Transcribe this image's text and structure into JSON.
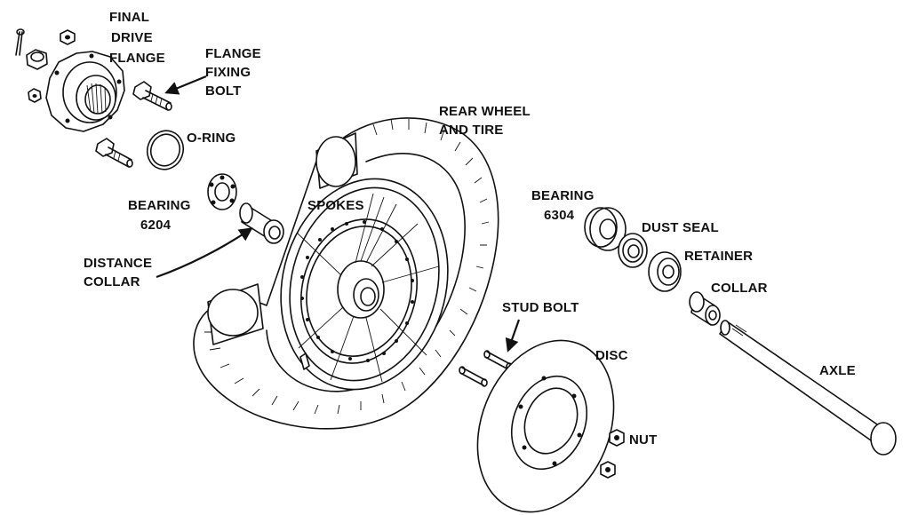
{
  "labels": {
    "final_drive_flange": [
      "FINAL",
      "DRIVE",
      "FLANGE"
    ],
    "flange_fixing_bolt": [
      "FLANGE",
      "FIXING",
      "BOLT"
    ],
    "o_ring": "O-RING",
    "rear_wheel_and_tire": [
      "REAR WHEEL",
      "AND TIRE"
    ],
    "bearing_6204": [
      "BEARING",
      "6204"
    ],
    "spokes": "SPOKES",
    "distance_collar": [
      "DISTANCE",
      "COLLAR"
    ],
    "bearing_6304": [
      "BEARING",
      "6304"
    ],
    "dust_seal": "DUST SEAL",
    "retainer": "RETAINER",
    "collar": "COLLAR",
    "stud_bolt": "STUD BOLT",
    "disc": "DISC",
    "axle": "AXLE",
    "nut": "NUT"
  },
  "colors": {
    "ink": "#111111",
    "paper": "#ffffff"
  }
}
